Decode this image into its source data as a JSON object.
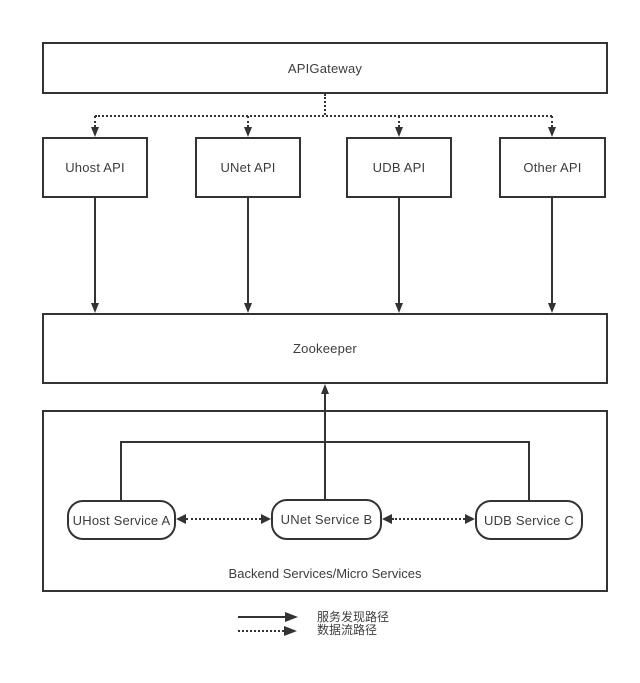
{
  "diagram": {
    "gateway": {
      "label": "APIGateway"
    },
    "api_layer": {
      "nodes": [
        {
          "label": "Uhost API"
        },
        {
          "label": "UNet API"
        },
        {
          "label": "UDB API"
        },
        {
          "label": "Other API"
        }
      ]
    },
    "coordination": {
      "label": "Zookeeper"
    },
    "backend": {
      "label": "Backend Services/Micro Services",
      "services": [
        {
          "label": "UHost Service A"
        },
        {
          "label": "UNet Service B"
        },
        {
          "label": "UDB Service C"
        }
      ]
    },
    "legend": {
      "items": [
        {
          "line_style": "solid",
          "label": "服务发现路径"
        },
        {
          "line_style": "dotted",
          "label": "数据流路径"
        }
      ]
    },
    "colors": {
      "line": "#333333",
      "text": "#3d3d3d",
      "background": "#ffffff"
    }
  }
}
